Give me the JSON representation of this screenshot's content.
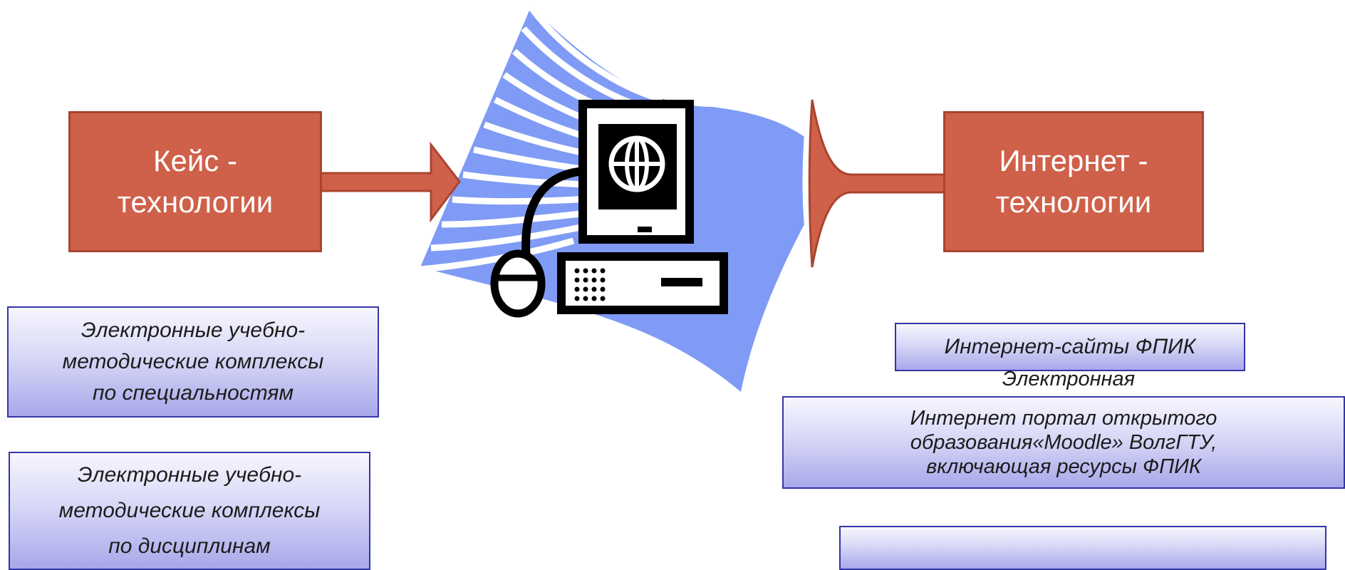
{
  "left": {
    "header_lines": [
      "Кейс -",
      "технологии"
    ],
    "boxes": [
      {
        "lines": [
          "Электронные учебно-",
          "методические комплексы",
          "по специальностям"
        ]
      },
      {
        "lines": [
          "Электронные учебно-",
          "методические комплексы",
          "по дисциплинам"
        ]
      }
    ]
  },
  "right": {
    "header_lines": [
      "Интернет -",
      "технологии"
    ],
    "site_box": "Интернет-сайты ФПИК",
    "floating_text": "Электронная",
    "portal_lines": [
      "Интернет портал открытого",
      "образования«Moodle» ВолгГТУ,",
      "включающая ресурсы ФПИК"
    ],
    "empty_box": ""
  },
  "center": {
    "icons": [
      "computer-icon",
      "globe-icon",
      "mouse-icon"
    ]
  },
  "colors": {
    "orange": "#cf6049",
    "orange_border": "#a9452f",
    "blue_flag": "#7f9bf5",
    "blue_border": "#3535a8"
  }
}
